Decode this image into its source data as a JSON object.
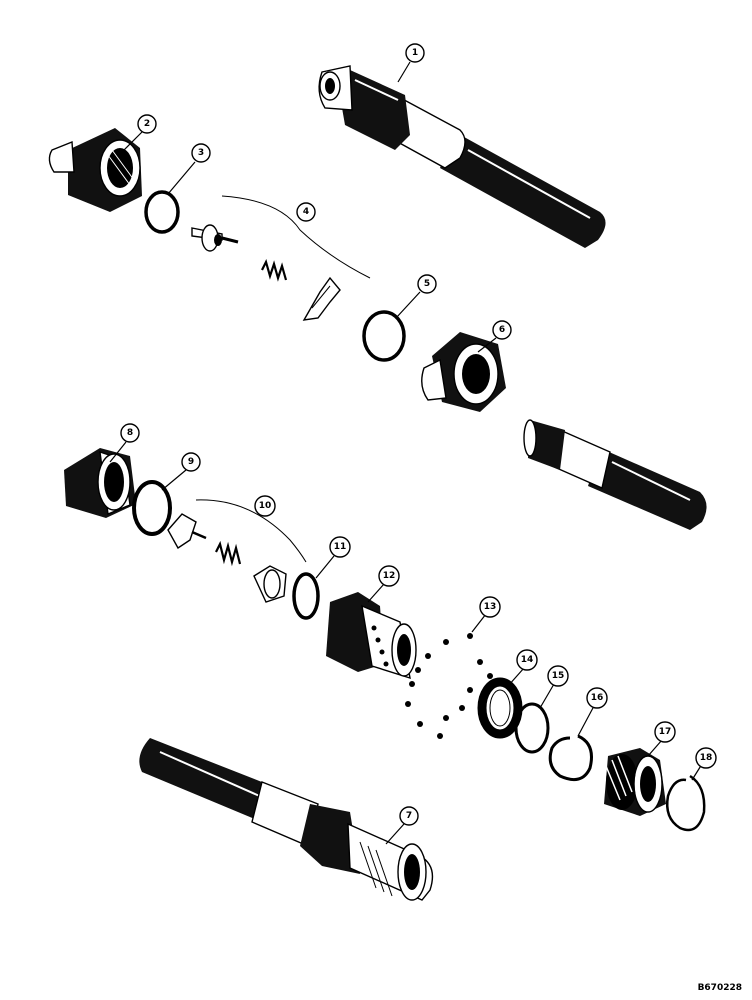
{
  "figure_code": "B670228",
  "callouts": [
    {
      "id": "c1",
      "label": "1"
    },
    {
      "id": "c2",
      "label": "2"
    },
    {
      "id": "c3",
      "label": "3"
    },
    {
      "id": "c4",
      "label": "4"
    },
    {
      "id": "c5",
      "label": "5"
    },
    {
      "id": "c6",
      "label": "6"
    },
    {
      "id": "c7",
      "label": "7"
    },
    {
      "id": "c8",
      "label": "8"
    },
    {
      "id": "c9",
      "label": "9"
    },
    {
      "id": "c10",
      "label": "10"
    },
    {
      "id": "c11",
      "label": "11"
    },
    {
      "id": "c12",
      "label": "12"
    },
    {
      "id": "c13",
      "label": "13"
    },
    {
      "id": "c14",
      "label": "14"
    },
    {
      "id": "c15",
      "label": "15"
    },
    {
      "id": "c16",
      "label": "16"
    },
    {
      "id": "c17",
      "label": "17"
    },
    {
      "id": "c18",
      "label": "18"
    }
  ]
}
